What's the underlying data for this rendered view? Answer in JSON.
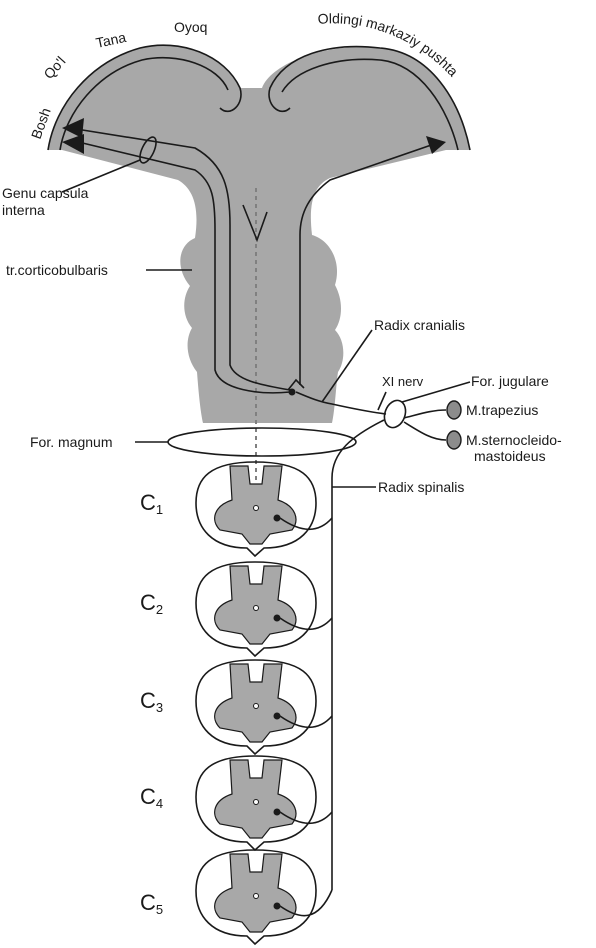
{
  "cortex_labels": {
    "bosh": "Bosh",
    "qol": "Qo'l",
    "tana": "Tana",
    "oyoq": "Oyoq",
    "oldingi": "Oldingi markaziy pushta"
  },
  "labels": {
    "genu_line1": "Genu capsula",
    "genu_line2": "interna",
    "tract": "tr.corticobulbaris",
    "radix_cranialis": "Radix cranialis",
    "xi_nerv": "XI nerv",
    "for_jugulare": "For. jugulare",
    "m_trapezius": "M.trapezius",
    "m_scm_line1": "M.sternocleido-",
    "m_scm_line2": "mastoideus",
    "for_magnum": "For. magnum",
    "radix_spinalis": "Radix spinalis"
  },
  "segments": [
    {
      "letter": "C",
      "number": "1"
    },
    {
      "letter": "C",
      "number": "2"
    },
    {
      "letter": "C",
      "number": "3"
    },
    {
      "letter": "C",
      "number": "4"
    },
    {
      "letter": "C",
      "number": "5"
    }
  ],
  "colors": {
    "tissue_gray": "#a8a8a8",
    "line_black": "#1a1a1a",
    "background": "#ffffff"
  }
}
